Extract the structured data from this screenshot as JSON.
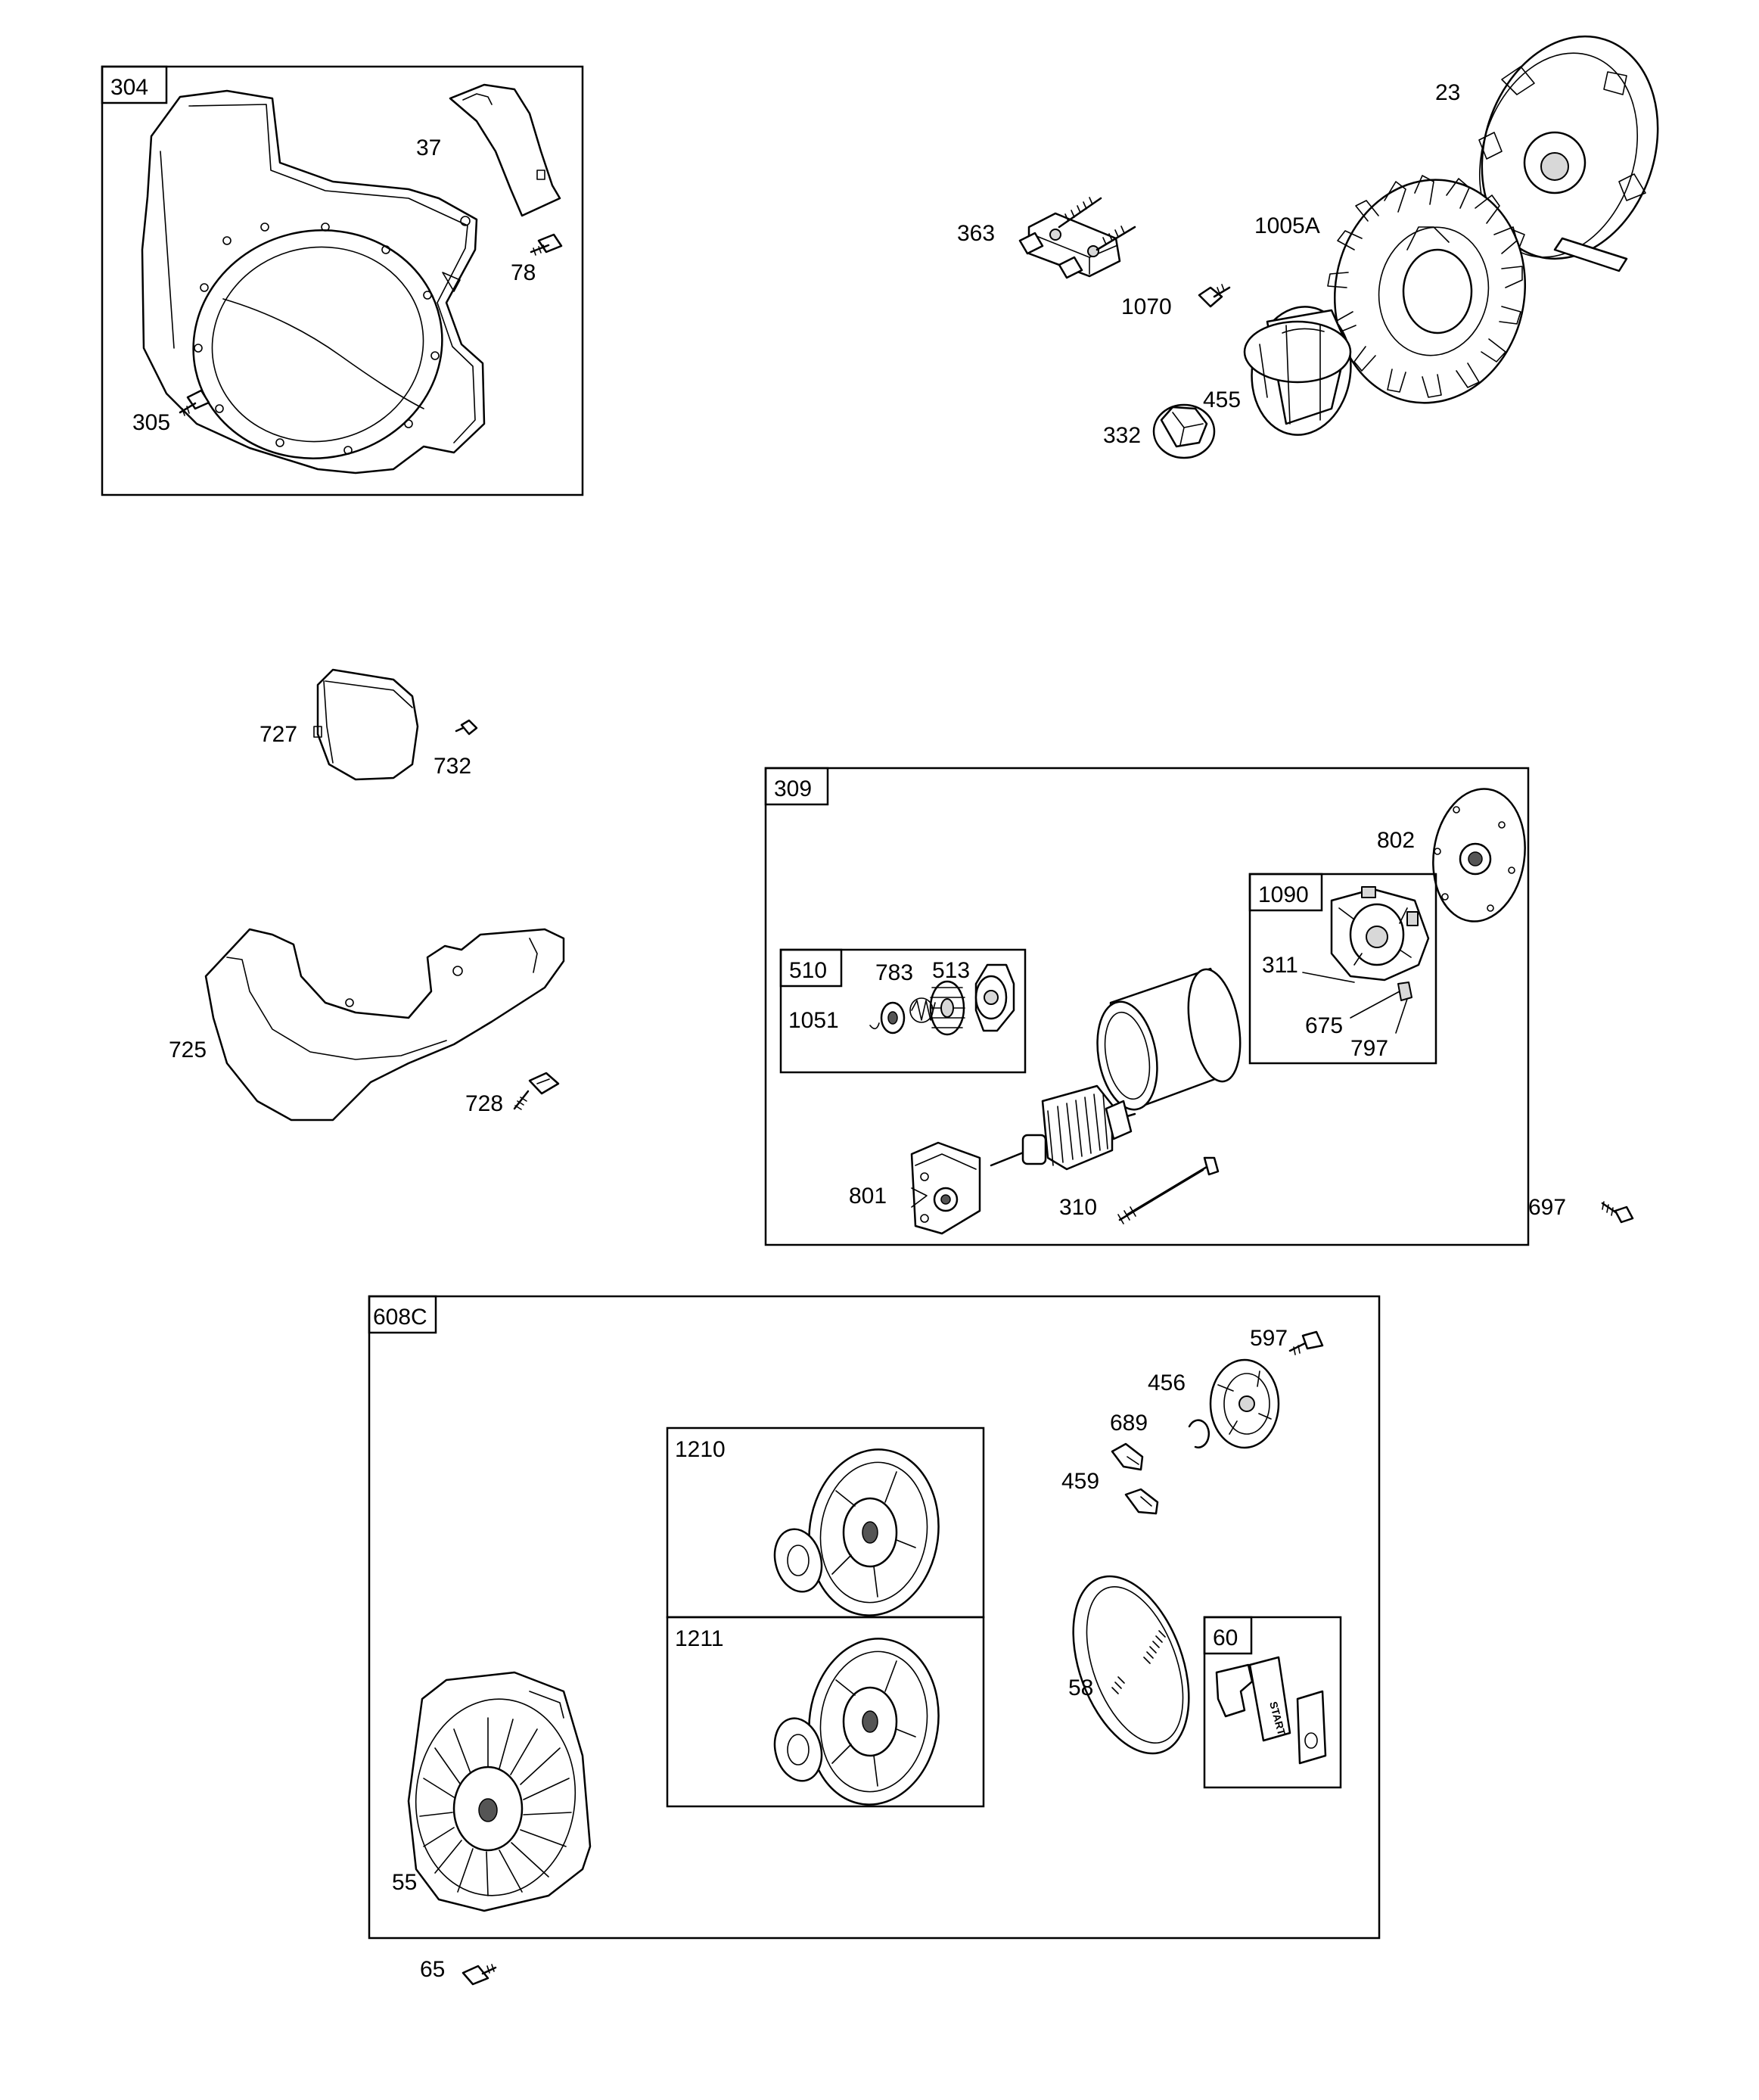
{
  "groups": {
    "g304": "304",
    "g309": "309",
    "g510": "510",
    "g1090": "1090",
    "g608c": "608C",
    "g1210": "1210",
    "g1211": "1211",
    "g60": "60"
  },
  "callouts": {
    "c37": "37",
    "c78": "78",
    "c305": "305",
    "c23": "23",
    "c363": "363",
    "c1005a": "1005A",
    "c1070": "1070",
    "c455": "455",
    "c332": "332",
    "c727": "727",
    "c732": "732",
    "c725": "725",
    "c728": "728",
    "c802": "802",
    "c311": "311",
    "c675": "675",
    "c797": "797",
    "c783": "783",
    "c513": "513",
    "c1051": "1051",
    "c801": "801",
    "c310": "310",
    "c697": "697",
    "c597": "597",
    "c456": "456",
    "c689": "689",
    "c459": "459",
    "c58": "58",
    "c55": "55",
    "c65": "65"
  },
  "stamp": "START"
}
